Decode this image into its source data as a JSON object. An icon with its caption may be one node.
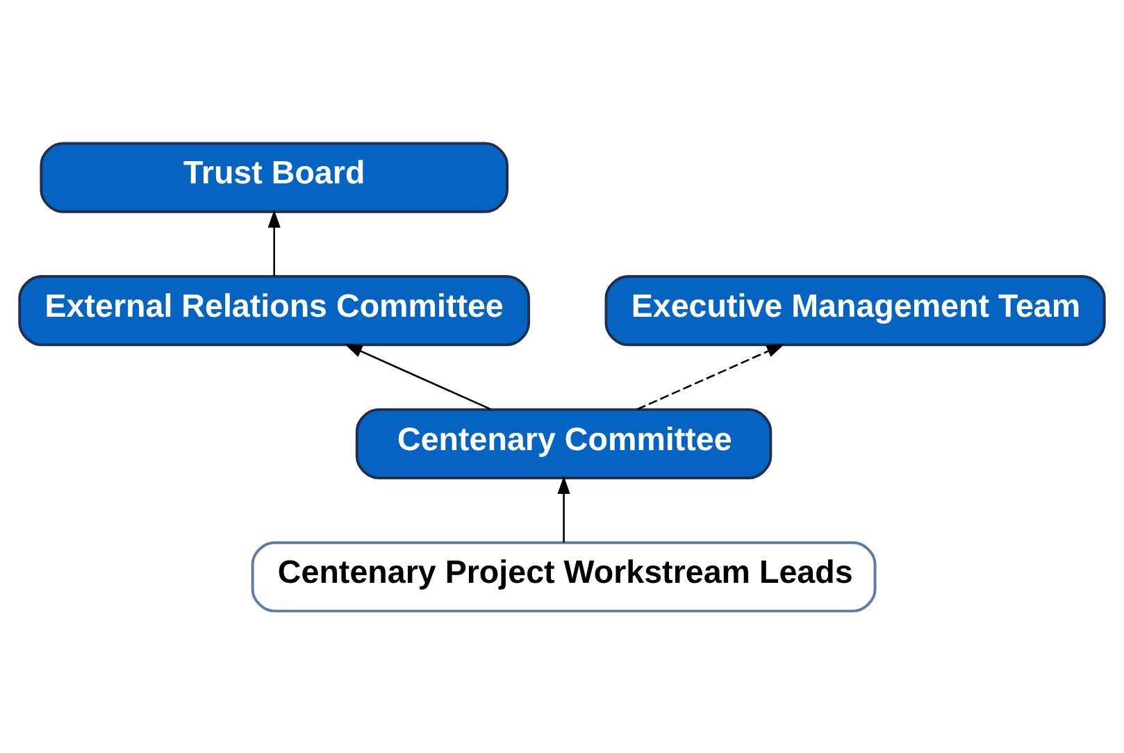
{
  "diagram": {
    "nodes": [
      {
        "text": [
          "Trust Board"
        ]
      },
      {
        "text": [
          "External Relations Committee"
        ]
      },
      {
        "text": [
          "Executive Management Team"
        ]
      },
      {
        "text": [
          "Centenary Committee"
        ]
      },
      {
        "text": [
          "Centenary Project Workstream Leads"
        ]
      }
    ],
    "edges": [
      {
        "from": 1,
        "to": 0,
        "arrow": "to"
      },
      {
        "from": 3,
        "to": 1,
        "arrow": "to"
      },
      {
        "from": 3,
        "to": 2,
        "arrow": "to",
        "style": "dashed"
      },
      {
        "from": 4,
        "to": 3,
        "arrow": "to"
      }
    ]
  }
}
